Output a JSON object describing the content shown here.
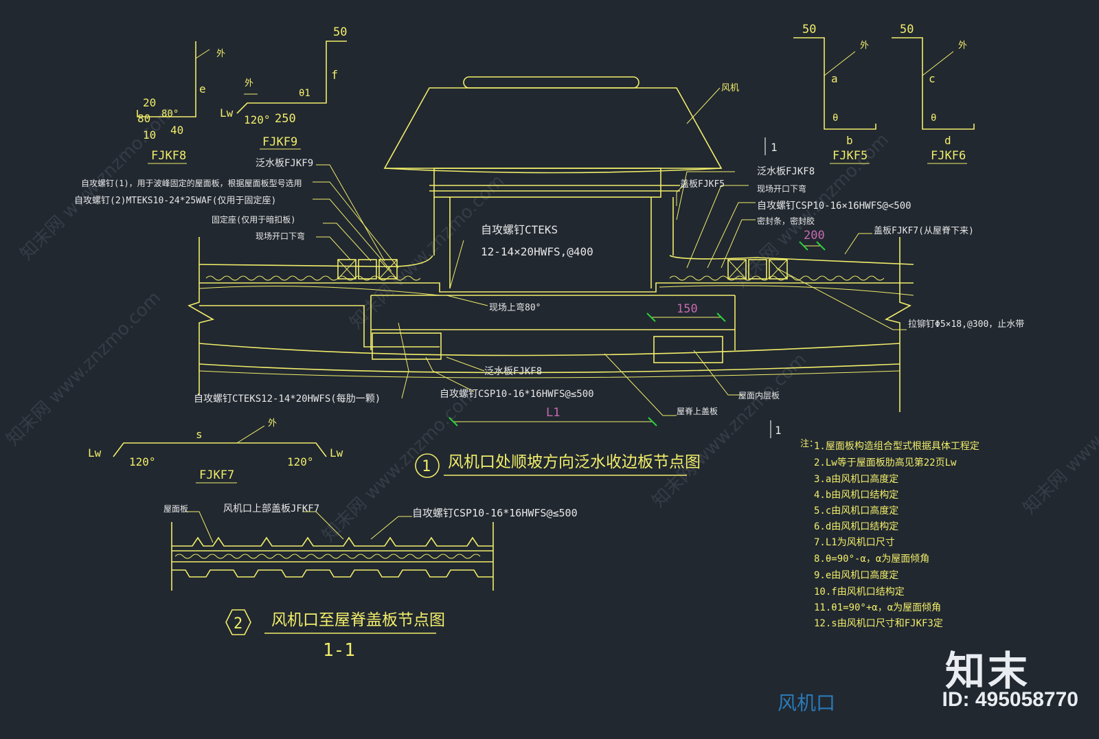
{
  "drawing": {
    "layer_label": "风机口",
    "watermark": "知末网 www.znzmo.com",
    "logo": "知末",
    "id_label": "ID: 495058770"
  },
  "details": {
    "fjkf8": {
      "name": "FJKF8",
      "dims": [
        "20",
        "80",
        "10",
        "40",
        "e"
      ],
      "angle": "80°",
      "side": "外"
    },
    "fjkf9": {
      "name": "FJKF9",
      "dims": [
        "50",
        "f",
        "250",
        "Lw"
      ],
      "angle": "120°",
      "theta": "θ1",
      "side": "外"
    },
    "fjkf5": {
      "name": "FJKF5",
      "dims": [
        "50",
        "a",
        "b"
      ],
      "theta": "θ",
      "side": "外"
    },
    "fjkf6": {
      "name": "FJKF6",
      "dims": [
        "50",
        "c",
        "d"
      ],
      "theta": "θ",
      "side": "外"
    },
    "fjkf7": {
      "name": "FJKF7",
      "dims": [
        "s",
        "Lw",
        "Lw"
      ],
      "angles": [
        "120°",
        "120°"
      ],
      "side": "外"
    }
  },
  "section1": {
    "title": "风机口处顺坡方向泛水收边板节点图",
    "number": "1",
    "fan": "风机",
    "cut": "1",
    "dims": {
      "d200": "200",
      "d150": "150",
      "L1": "L1"
    },
    "labels": [
      "泛水板FJKF9",
      "自攻螺钉(1)，用于波峰固定的屋面板，根据屋面板型号选用",
      "自攻螺钉(2)MTEKS10-24*25WAF(仅用于固定座)",
      "固定座(仅用于暗扣板)",
      "现场开口下弯",
      "自攻螺钉CTEKS",
      "12-14×20HWFS,@400",
      "现场上弯80°",
      "泛水板FJKF8",
      "自攻螺钉CTEKS12-14*20HWFS(每肋一颗)",
      "自攻螺钉CSP10-16*16HWFS@≤500",
      "盖板FJKF5",
      "泛水板FJKF8",
      "现场开口下弯",
      "自攻螺钉CSP10-16×16HWFS@<500",
      "密封条，密封胶",
      "盖板FJKF7(从屋脊下来)",
      "拉铆钉Φ5×18,@300，止水带",
      "屋面内层板",
      "屋脊上盖板"
    ]
  },
  "section2": {
    "title": "风机口至屋脊盖板节点图",
    "number": "2",
    "cut": "1-1",
    "labels": [
      "屋面板",
      "风机口上部盖板JFKF7",
      "自攻螺钉CSP10-16*16HWFS@≤500"
    ]
  },
  "notes": {
    "head": "注：",
    "items": [
      "1.屋面板构造组合型式根据具体工程定",
      "2.Lw等于屋面板肋高见第22页Lw",
      "3.a由风机口高度定",
      "4.b由风机口结构定",
      "5.c由风机口高度定",
      "6.d由风机口结构定",
      "7.L1为风机口尺寸",
      "8.θ=90°-α，α为屋面倾角",
      "9.e由风机口高度定",
      "10.f由风机口结构定",
      "11.θ1=90°+α，α为屋面倾角",
      "12.s由风机口尺寸和FJKF3定"
    ]
  }
}
